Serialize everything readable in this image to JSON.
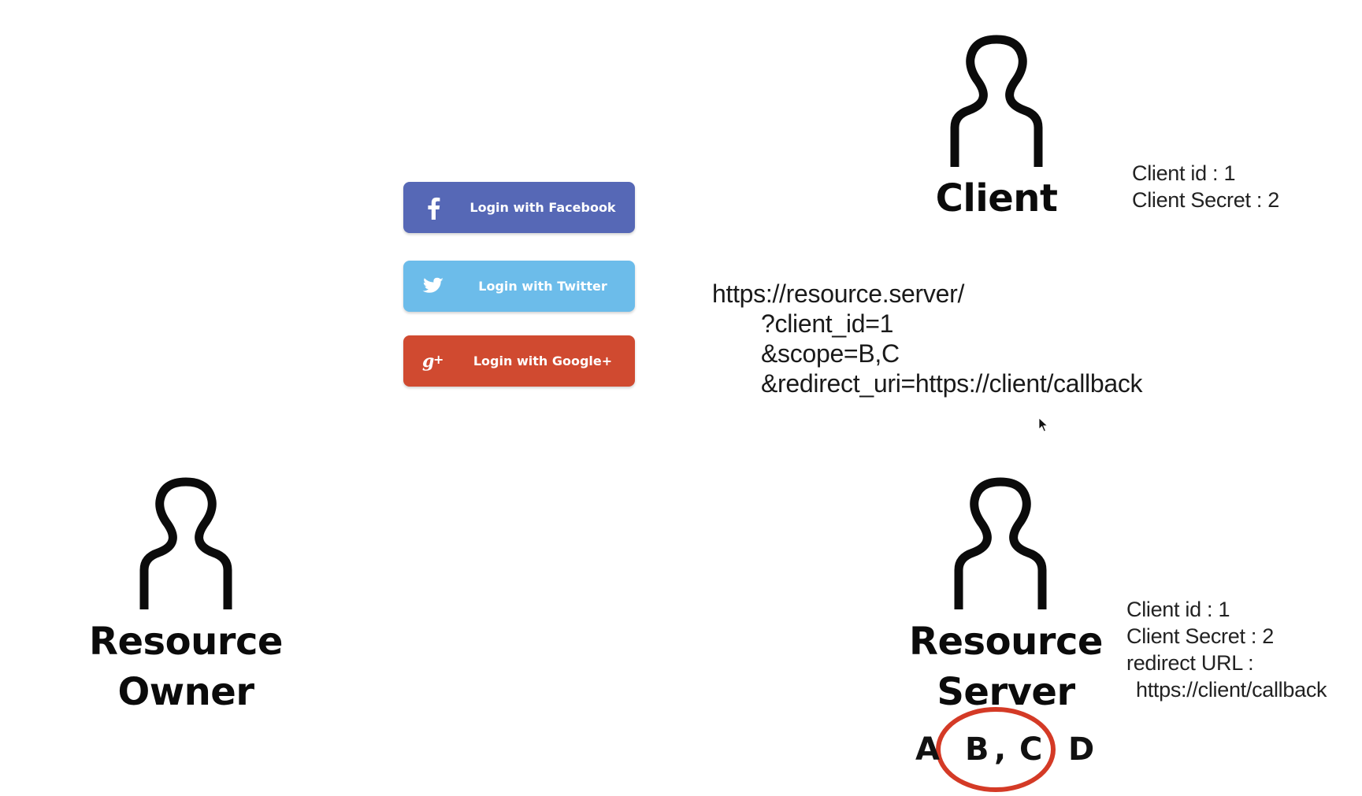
{
  "client": {
    "label": "Client",
    "note": [
      "Client id : 1",
      "Client Secret : 2"
    ]
  },
  "resource_owner": {
    "label_lines": [
      "Resource",
      "Owner"
    ]
  },
  "resource_server": {
    "label_lines": [
      "Resource",
      "Server"
    ],
    "note": [
      "Client id : 1",
      "Client Secret : 2",
      "redirect URL :",
      "https://client/callback"
    ],
    "scopes": [
      "A",
      "B",
      ",",
      "C",
      "D"
    ],
    "highlighted_scopes": "B , C",
    "highlight_color": "#d43a26"
  },
  "social_buttons": [
    {
      "label": "Login with Facebook",
      "icon": "facebook-f-icon",
      "color": "#5668b6"
    },
    {
      "label": "Login with Twitter",
      "icon": "twitter-bird-icon",
      "color": "#6cbcea"
    },
    {
      "label": "Login with Google+",
      "icon": "google-plus-icon",
      "color": "#d04a30"
    }
  ],
  "auth_request_url": {
    "base": "https://resource.server/",
    "params": [
      "?client_id=1",
      "&scope=B,C",
      "&redirect_uri=https://client/callback"
    ]
  }
}
